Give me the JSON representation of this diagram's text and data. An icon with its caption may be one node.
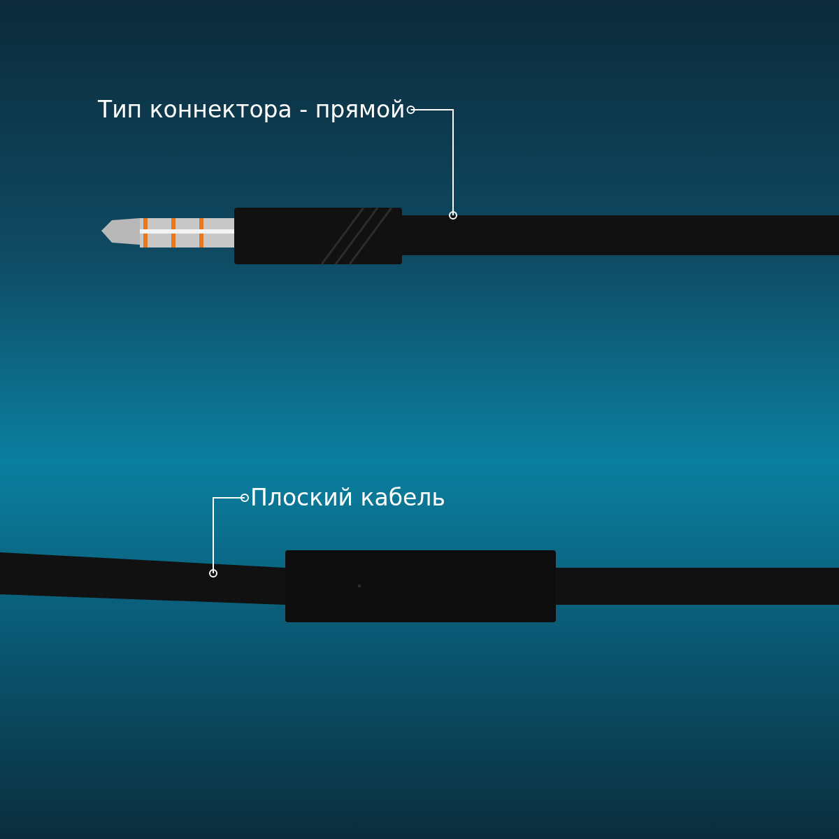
{
  "diagram": {
    "nodes": [
      {
        "text": [
          "Тип коннектора - прямой"
        ]
      },
      {
        "text": [],
        "shape": "bar"
      },
      {
        "text": [
          "Плоский кабель"
        ]
      },
      {
        "text": [],
        "shape": "bar"
      }
    ],
    "edges": [
      {
        "from": 0,
        "to": 1,
        "arrow": "other"
      },
      {
        "from": 2,
        "to": 3,
        "arrow": "other"
      }
    ]
  }
}
